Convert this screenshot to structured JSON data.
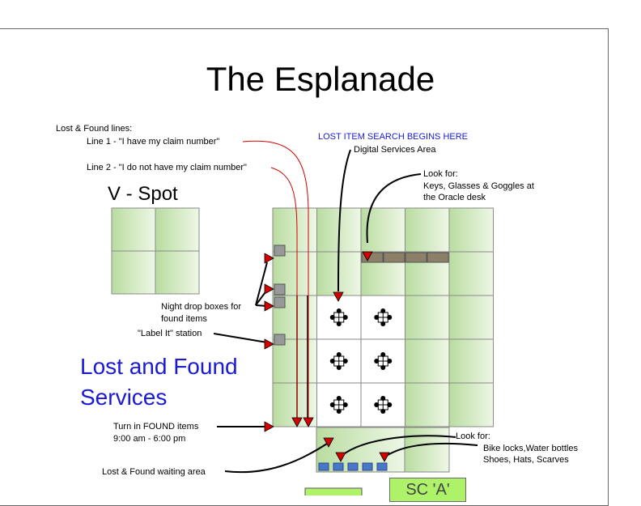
{
  "title": "The Esplanade",
  "labels": {
    "lost_found_lines": "Lost & Found lines:",
    "line1": "Line 1 - \"I have my claim number\"",
    "line2": "Line 2 - \"I do not have my claim number\"",
    "search_begins": "LOST ITEM SEARCH BEGINS HERE",
    "digital_services": "Digital Services Area",
    "look_for_1": "Look for:",
    "look_for_1_items_a": "Keys, Glasses & Goggles at",
    "look_for_1_items_b": "the Oracle desk",
    "v_spot": "V - Spot",
    "night_drop_a": "Night drop boxes for",
    "night_drop_b": "found items",
    "label_it": "\"Label It\" station",
    "lost_and_found_a": "Lost and Found",
    "lost_and_found_b": "Services",
    "turn_in_a": "Turn in FOUND items",
    "turn_in_b": "9:00 am - 6:00 pm",
    "look_for_2": "Look for:",
    "look_for_2_items_a": "Bike locks,Water bottles",
    "look_for_2_items_b": "Shoes, Hats, Scarves",
    "waiting_area": "Lost & Found waiting area",
    "sc_a": "SC 'A'"
  },
  "colors": {
    "accent_blue": "#1a1ad6",
    "arrow_red": "#d40000",
    "tile_green": "#cfe8b8",
    "highlight_green": "#aef26a"
  }
}
